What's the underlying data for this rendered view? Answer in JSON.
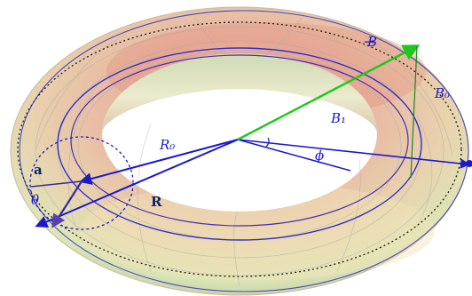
{
  "labels": {
    "B_vec": "B",
    "B_vec_arrow": "→",
    "B0": "B₀",
    "B1": "B₁",
    "R0": "R₀",
    "phi": "ϕ",
    "a": "a",
    "theta": "θ",
    "R": "R"
  },
  "colors": {
    "torus_top": "#d98a7c",
    "torus_mid": "#e9c9a8",
    "torus_low": "#dfe6b4",
    "torus_shadow": "#b9c7a4",
    "blue": "#1a1acc",
    "green": "#1ec81e",
    "purple": "#5a3fb0",
    "navy": "#0b1f6b"
  }
}
